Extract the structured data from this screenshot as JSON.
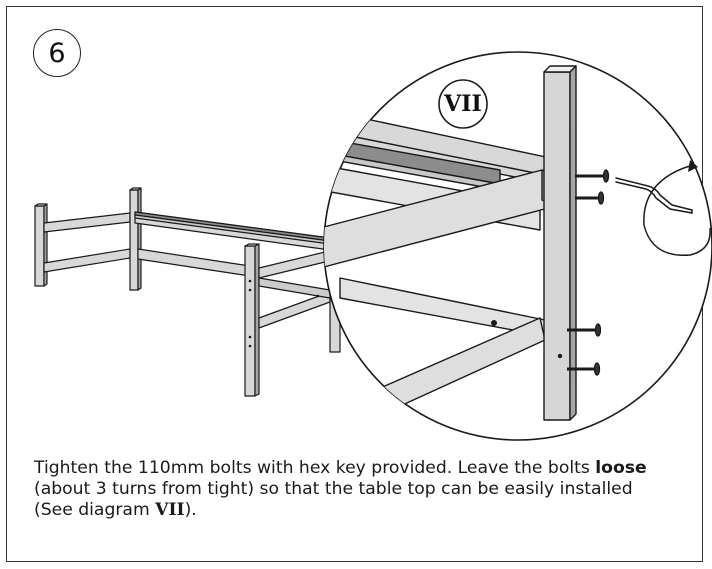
{
  "step": {
    "number": "6"
  },
  "detail_view": {
    "label": "VII"
  },
  "instructions": {
    "part1": "Tighten the 110mm bolts with hex key provided. Leave the bolts ",
    "bold_word": "loose",
    "part2": " (about 3 turns from tight) so that the table top can be easily installed (See diagram ",
    "diagram_ref": "VII",
    "part3": ")."
  },
  "colors": {
    "wood": "#d8d8d8",
    "wood_dark": "#a6a6a6",
    "outline": "#1a1a1a",
    "bolt": "#333333"
  },
  "icons": {
    "hex_key": "hex-key-icon",
    "bolt": "bolt-icon",
    "rotate_arrow": "rotate-arrow-icon"
  }
}
